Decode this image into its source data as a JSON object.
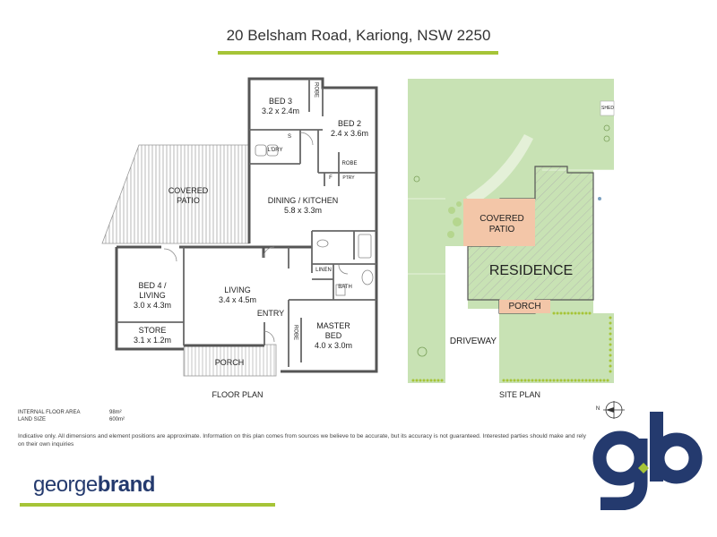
{
  "title": "20 Belsham Road, Kariong, NSW 2250",
  "floor_plan": {
    "caption": "FLOOR PLAN",
    "rooms": {
      "bed3": {
        "name": "BED 3",
        "size": "3.2 x 2.4m"
      },
      "bed2": {
        "name": "BED 2",
        "size": "2.4 x 3.6m"
      },
      "covered_patio": {
        "name_line1": "COVERED",
        "name_line2": "PATIO"
      },
      "dining_kitchen": {
        "name": "DINING / KITCHEN",
        "size": "5.8 x 3.3m"
      },
      "bed4": {
        "name_line1": "BED 4 /",
        "name_line2": "LIVING",
        "size": "3.0 x 4.3m"
      },
      "living": {
        "name": "LIVING",
        "size": "3.4 x 4.5m"
      },
      "store": {
        "name": "STORE",
        "size": "3.1 x 1.2m"
      },
      "master": {
        "name_line1": "MASTER",
        "name_line2": "BED",
        "size": "4.0 x 3.0m"
      },
      "porch": {
        "name": "PORCH"
      },
      "entry": {
        "name": "ENTRY"
      }
    },
    "small_labels": {
      "robe_bed3": "ROBE",
      "robe_bed2": "ROBE",
      "robe_master": "ROBE",
      "laundry": "L'DRY",
      "s": "S",
      "f": "F",
      "pantry": "PTRY",
      "linen": "LINEN",
      "bath": "BATH"
    }
  },
  "site_plan": {
    "caption": "SITE PLAN",
    "labels": {
      "shed": "SHED",
      "covered_patio_line1": "COVERED",
      "covered_patio_line2": "PATIO",
      "residence": "RESIDENCE",
      "porch": "PORCH",
      "driveway": "DRIVEWAY"
    },
    "colors": {
      "lawn": "#c8e2b4",
      "patio": "#f3c6a8",
      "accent": "#a6c437"
    }
  },
  "stats": [
    {
      "label": "INTERNAL FLOOR AREA",
      "value": "98m²"
    },
    {
      "label": "LAND SIZE",
      "value": "600m²"
    }
  ],
  "disclaimer": "Indicative only. All dimensions and element positions are approximate. Information on this plan comes from sources we believe to be accurate, but its accuracy is not guaranteed. Interested parties should make and rely on their own inquiries",
  "compass": {
    "label": "N"
  },
  "brand": {
    "name_light": "george",
    "name_bold": "brand",
    "monogram": "gb",
    "color": "#243a6e"
  }
}
